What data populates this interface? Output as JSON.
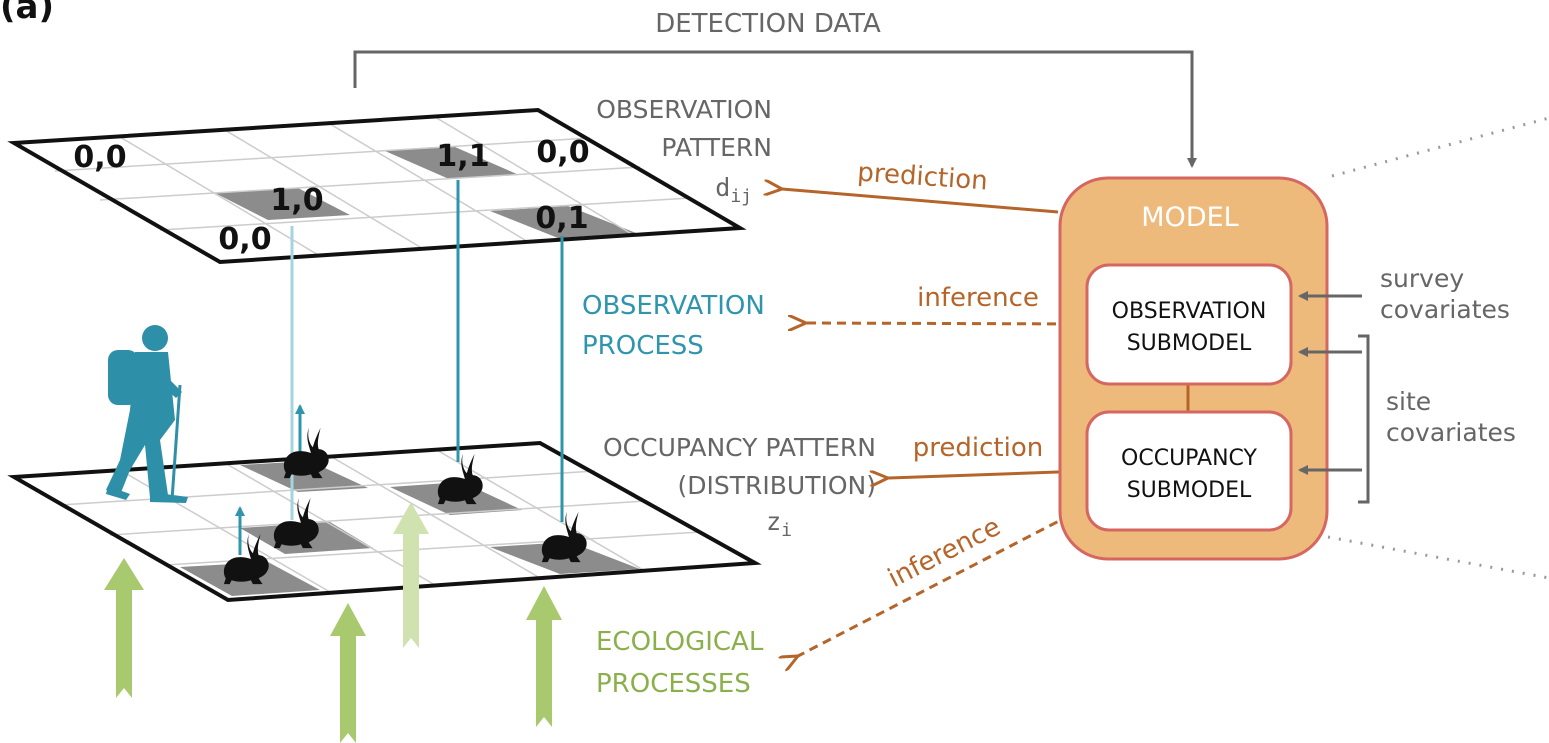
{
  "panel_label": "(a)",
  "detection_data_label": "DETECTION DATA",
  "observation_pattern": {
    "title_line1": "OBSERVATION",
    "title_line2": "PATTERN",
    "symbol_base": "d",
    "symbol_sub": "ij",
    "cell_labels": [
      "0,0",
      "1,1",
      "0,0",
      "1,0",
      "0,0",
      "0,1"
    ]
  },
  "observation_process": {
    "line1": "OBSERVATION",
    "line2": "PROCESS"
  },
  "occupancy_pattern": {
    "line1": "OCCUPANCY PATTERN",
    "line2": "(DISTRIBUTION)",
    "symbol_base": "z",
    "symbol_sub": "i"
  },
  "ecological_processes": {
    "line1": "ECOLOGICAL",
    "line2": "PROCESSES"
  },
  "arrows": {
    "prediction_top": "prediction",
    "inference_top": "inference",
    "prediction_bottom": "prediction",
    "inference_bottom": "inference"
  },
  "model": {
    "title": "MODEL",
    "observation_submodel_line1": "OBSERVATION",
    "observation_submodel_line2": "SUBMODEL",
    "occupancy_submodel_line1": "OCCUPANCY",
    "occupancy_submodel_line2": "SUBMODEL"
  },
  "covariates": {
    "survey_line1": "survey",
    "survey_line2": "covariates",
    "site_line1": "site",
    "site_line2": "covariates"
  },
  "colors": {
    "gray_text": "#666666",
    "teal": "#2e95ad",
    "orange": "#b5652a",
    "green": "#8bb04b",
    "light_green": "#a9c96f",
    "model_fill": "#edba7b",
    "model_stroke": "#d66660",
    "cell_gray": "#8c8c8c"
  }
}
